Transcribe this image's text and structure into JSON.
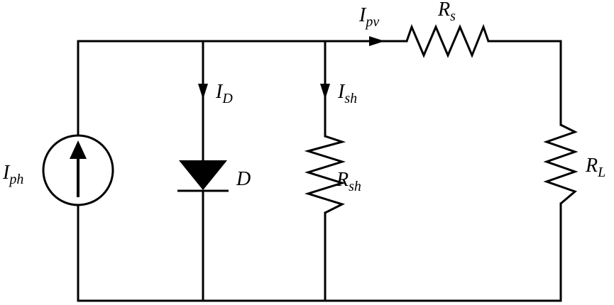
{
  "labels": {
    "i_ph": {
      "main": "I",
      "sub": "ph"
    },
    "i_d": {
      "main": "I",
      "sub": "D"
    },
    "d": {
      "main": "D"
    },
    "i_sh": {
      "main": "I",
      "sub": "sh"
    },
    "r_sh": {
      "main": "R",
      "sub": "sh"
    },
    "i_pv": {
      "main": "I",
      "sub": "pv"
    },
    "r_s": {
      "main": "R",
      "sub": "s"
    },
    "r_l": {
      "main": "R",
      "sub": "L"
    }
  }
}
